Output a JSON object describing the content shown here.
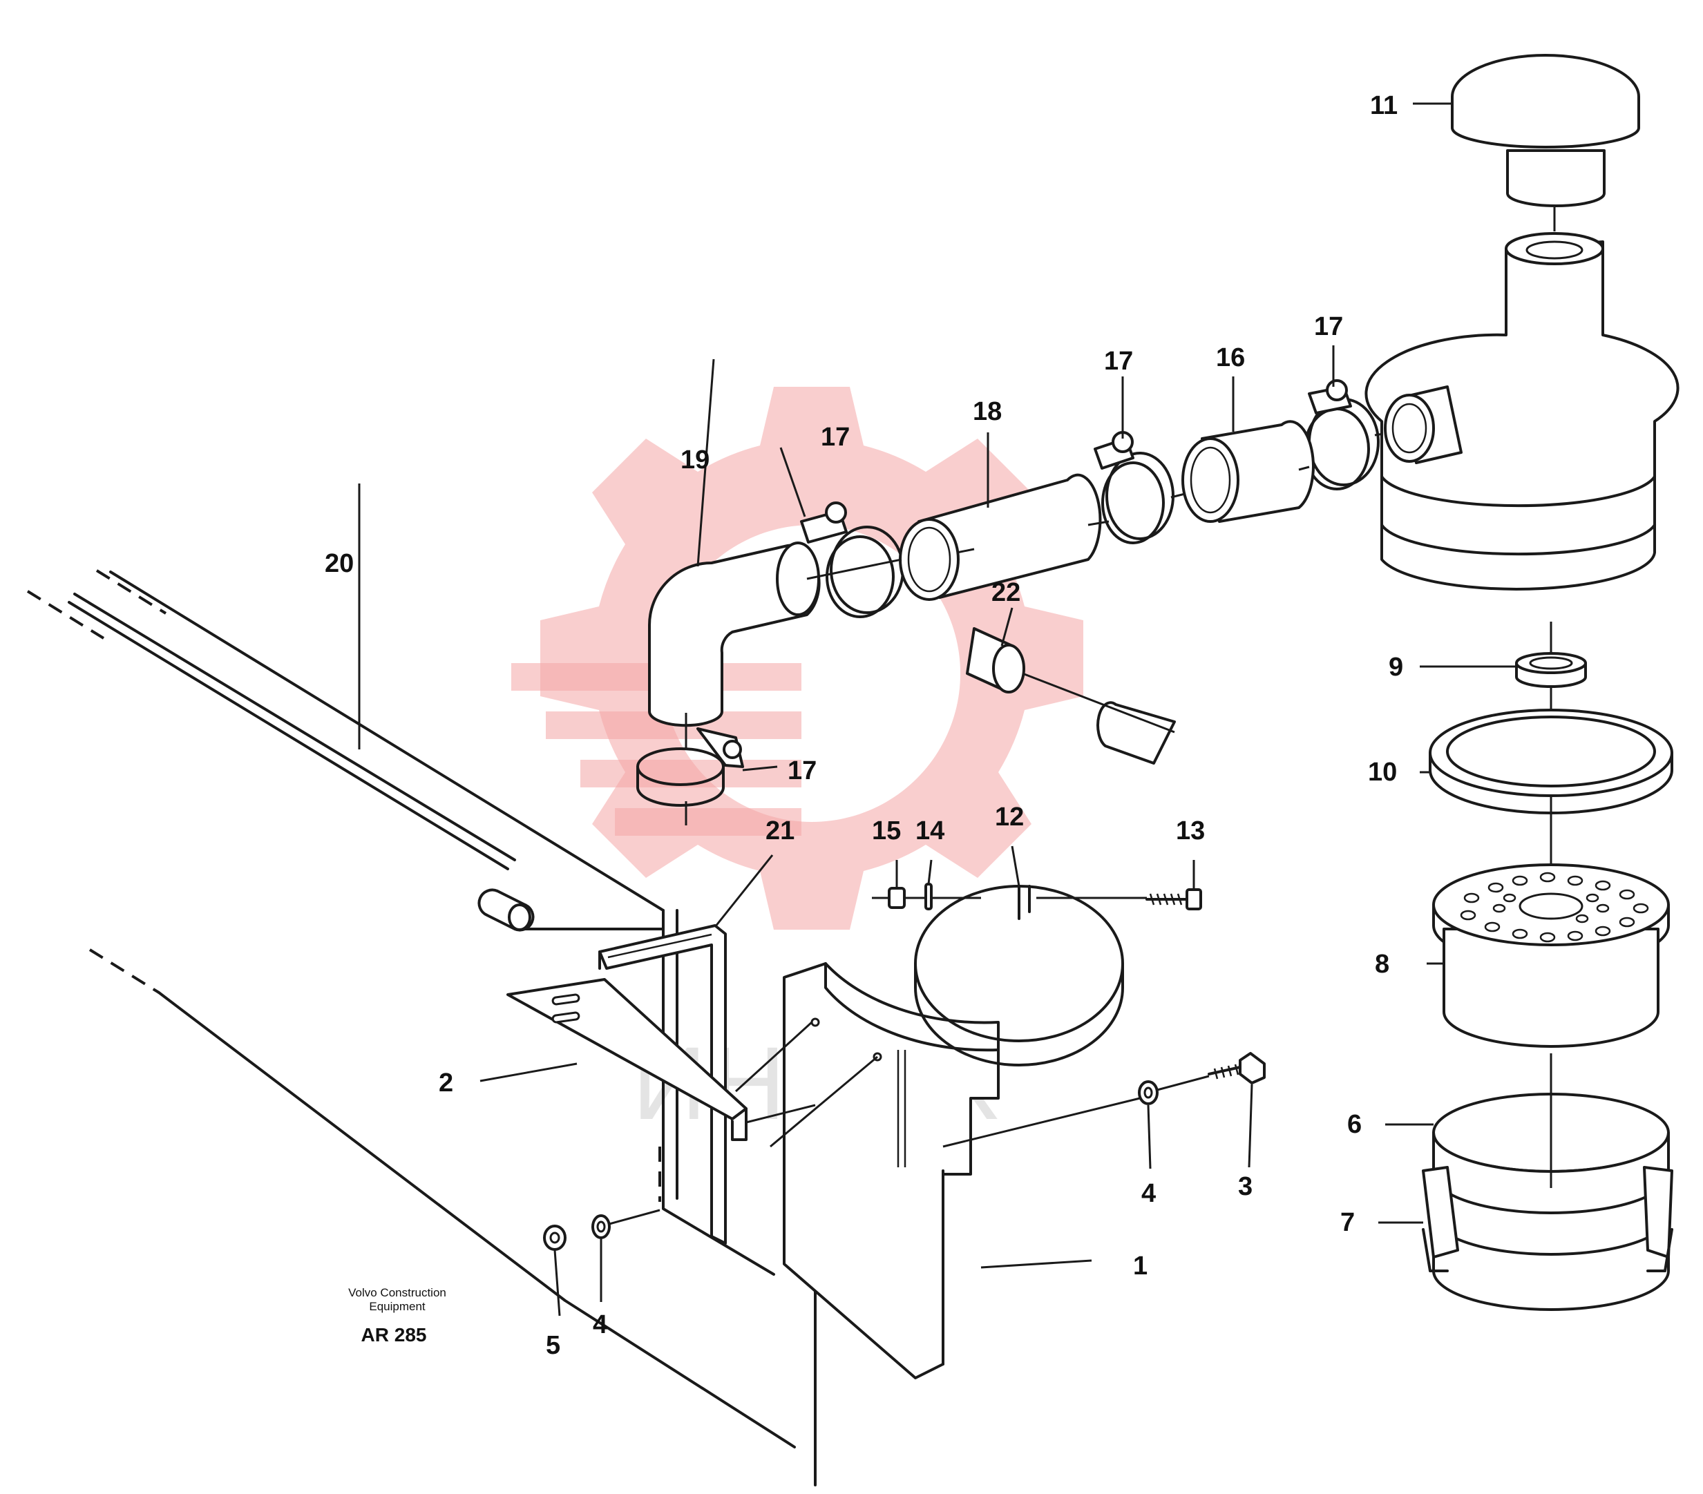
{
  "labels": [
    {
      "id": "1",
      "text": "1"
    },
    {
      "id": "2",
      "text": "2"
    },
    {
      "id": "3",
      "text": "3"
    },
    {
      "id": "4a",
      "text": "4"
    },
    {
      "id": "4b",
      "text": "4"
    },
    {
      "id": "5",
      "text": "5"
    },
    {
      "id": "6",
      "text": "6"
    },
    {
      "id": "7",
      "text": "7"
    },
    {
      "id": "8",
      "text": "8"
    },
    {
      "id": "9",
      "text": "9"
    },
    {
      "id": "10",
      "text": "10"
    },
    {
      "id": "11",
      "text": "11"
    },
    {
      "id": "12",
      "text": "12"
    },
    {
      "id": "13",
      "text": "13"
    },
    {
      "id": "14",
      "text": "14"
    },
    {
      "id": "15",
      "text": "15"
    },
    {
      "id": "16",
      "text": "16"
    },
    {
      "id": "17a",
      "text": "17"
    },
    {
      "id": "17b",
      "text": "17"
    },
    {
      "id": "17c",
      "text": "17"
    },
    {
      "id": "17d",
      "text": "17"
    },
    {
      "id": "18",
      "text": "18"
    },
    {
      "id": "19",
      "text": "19"
    },
    {
      "id": "20",
      "text": "20"
    },
    {
      "id": "21",
      "text": "21"
    },
    {
      "id": "22",
      "text": "22"
    }
  ],
  "caption": {
    "line1": "Volvo Construction",
    "line2": "Equipment",
    "code": "AR 285"
  },
  "watermark": {
    "text": "ИНТЕХ",
    "color": "#f4a6a6"
  },
  "colors": {
    "ink": "#1a1a1a",
    "background": "#ffffff"
  }
}
